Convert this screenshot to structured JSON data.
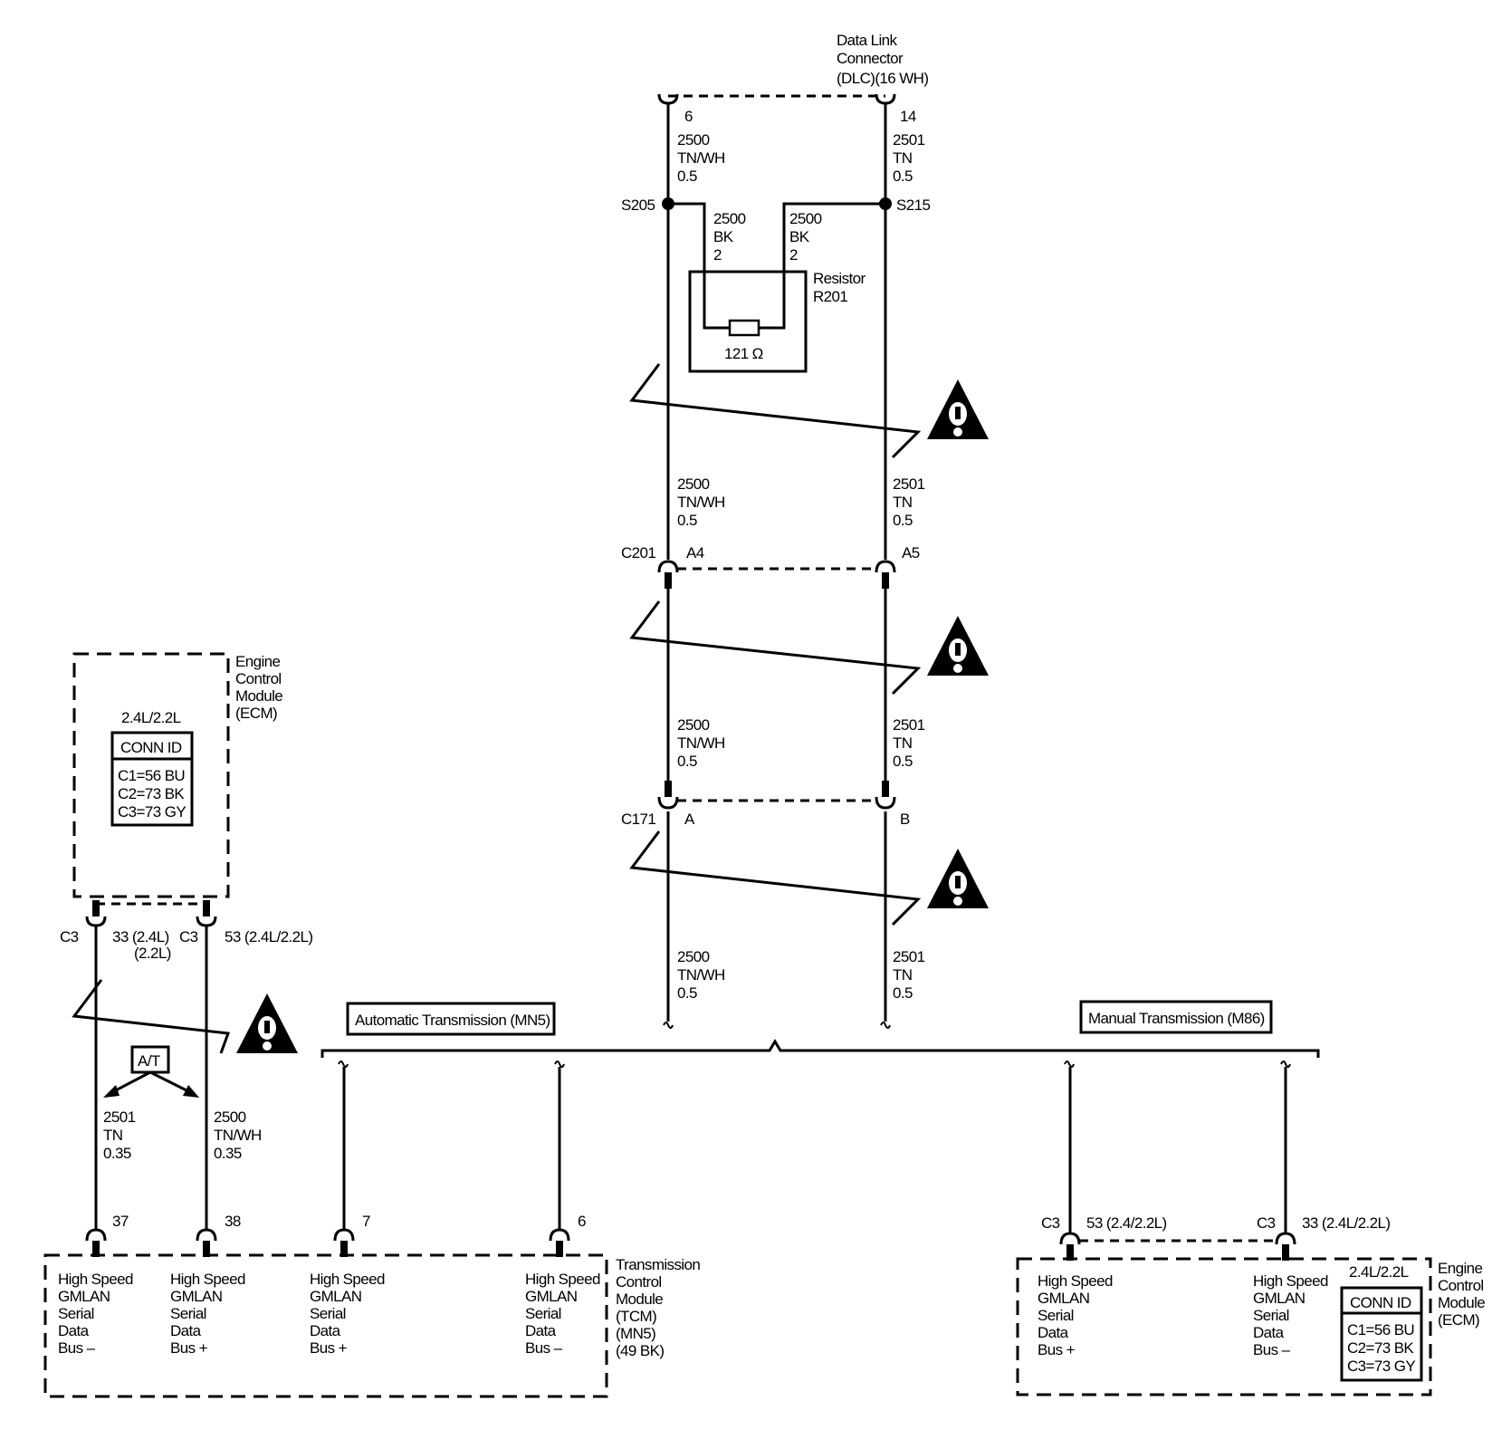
{
  "dlc": {
    "name": [
      "Data Link",
      "Connector",
      "(DLC)(16 WH)"
    ],
    "pin_left": "6",
    "pin_right": "14"
  },
  "wire_tnwh": [
    "2500",
    "TN/WH",
    "0.5"
  ],
  "wire_tn": [
    "2501",
    "TN",
    "0.5"
  ],
  "wire_bk": [
    "2500",
    "BK",
    "2"
  ],
  "splice_left": "S205",
  "splice_right": "S215",
  "resistor": {
    "name": [
      "Resistor",
      "R201"
    ],
    "value": "121 Ω"
  },
  "c201": {
    "name": "C201",
    "pin_a": "A4",
    "pin_b": "A5"
  },
  "c171": {
    "name": "C171",
    "pin_a": "A",
    "pin_b": "B"
  },
  "ecm_left": {
    "name": [
      "Engine",
      "Control",
      "Module",
      "(ECM)"
    ],
    "engine": "2.4L/2.2L",
    "conn_id_header": "CONN ID",
    "conn_ids": [
      "C1=56 BU",
      "C2=73 BK",
      "C3=73 GY"
    ],
    "conn_c3": "C3",
    "pin_33": "33 (2.4L)",
    "pin_33b": "(2.2L)",
    "pin_53": "53 (2.4L/2.2L)"
  },
  "at_label": "A/T",
  "wire_tn_035": [
    "2501",
    "TN",
    "0.35"
  ],
  "wire_tnwh_035": [
    "2500",
    "TN/WH",
    "0.35"
  ],
  "option_at": "Automatic Transmission (MN5)",
  "option_mt": "Manual Transmission (M86)",
  "tcm": {
    "name": [
      "Transmission",
      "Control",
      "Module",
      "(TCM)",
      "(MN5)",
      "(49 BK)"
    ],
    "pins": [
      "37",
      "38",
      "7",
      "6"
    ],
    "labels": [
      [
        "High Speed",
        "GMLAN",
        "Serial",
        "Data",
        "Bus –"
      ],
      [
        "High Speed",
        "GMLAN",
        "Serial",
        "Data",
        "Bus +"
      ],
      [
        "High Speed",
        "GMLAN",
        "Serial",
        "Data",
        "Bus +"
      ],
      [
        "High Speed",
        "GMLAN",
        "Serial",
        "Data",
        "Bus –"
      ]
    ]
  },
  "ecm_right": {
    "name": [
      "Engine",
      "Control",
      "Module",
      "(ECM)"
    ],
    "engine": "2.4L/2.2L",
    "conn_id_header": "CONN ID",
    "conn_ids": [
      "C1=56 BU",
      "C2=73 BK",
      "C3=73 GY"
    ],
    "conn_c3": "C3",
    "pin_53": "53 (2.4/2.2L)",
    "pin_33": "33 (2.4L/2.2L)",
    "labels": [
      [
        "High Speed",
        "GMLAN",
        "Serial",
        "Data",
        "Bus +"
      ],
      [
        "High Speed",
        "GMLAN",
        "Serial",
        "Data",
        "Bus –"
      ]
    ]
  }
}
